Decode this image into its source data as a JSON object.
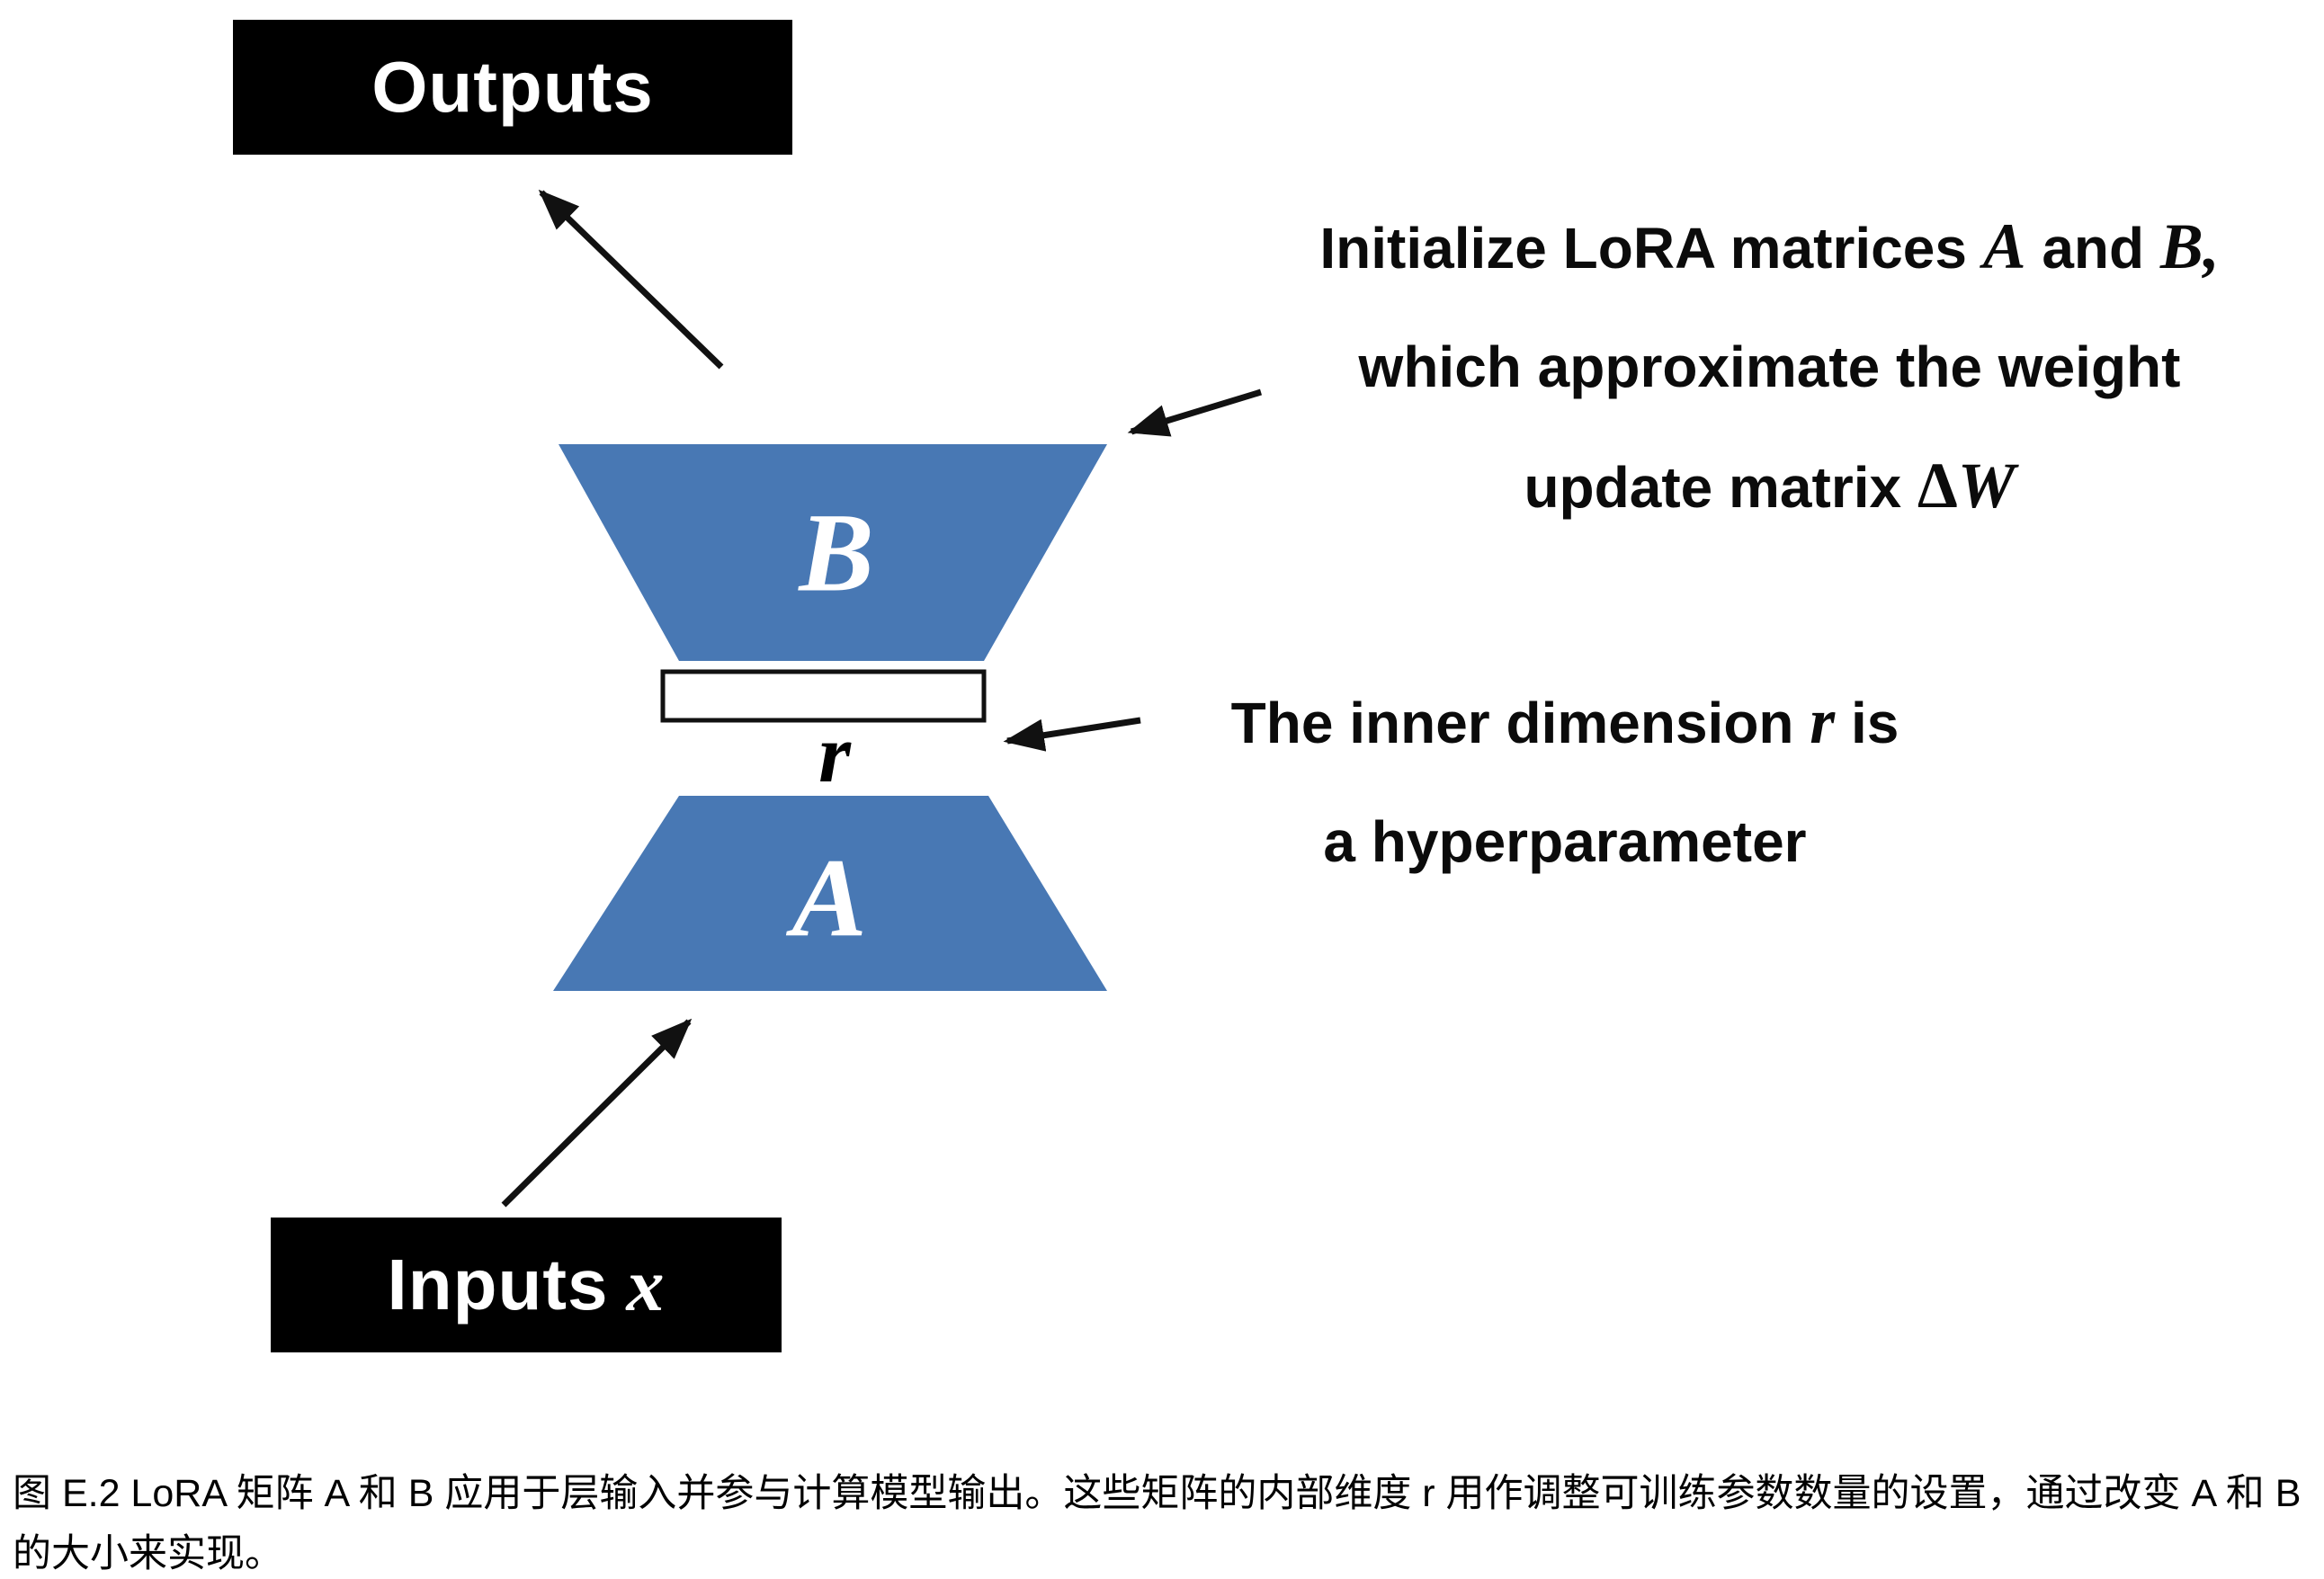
{
  "colors": {
    "matrix_fill": "#4878B4",
    "box_bg": "#000000",
    "box_text": "#FFFFFF",
    "arrow": "#111111",
    "text": "#000000"
  },
  "boxes": {
    "outputs": {
      "label": "Outputs"
    },
    "inputs": {
      "label": "Inputs",
      "var": "x"
    }
  },
  "matrices": {
    "b": {
      "label": "B"
    },
    "a": {
      "label": "A"
    },
    "inner_dim": {
      "label": "r"
    }
  },
  "annotations": {
    "init": {
      "l1a": "Initialize LoRA matrices ",
      "l1b": "A",
      "l1c": " and ",
      "l1d": "B,",
      "l2": "which approximate the weight",
      "l3a": "update matrix ",
      "l3b": "Δ",
      "l3c": "W"
    },
    "inner": {
      "l1a": "The inner dimension ",
      "l1b": "r",
      "l1c": " is",
      "l2": "a hyperparameter"
    }
  },
  "caption": "图 E.2 LoRA 矩阵 A 和 B 应用于层输入并参与计算模型输出。这些矩阵的内部维度 r 用作调整可训练参数数量的设置，通过改变 A 和 B 的大小来实现。"
}
